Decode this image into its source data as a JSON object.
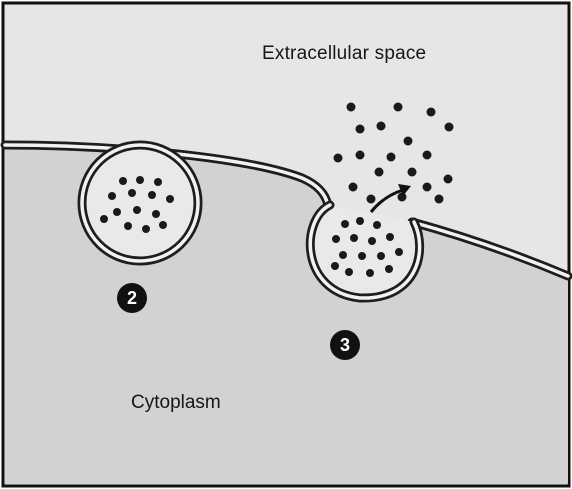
{
  "labels": {
    "extracellular": "Extracellular space",
    "cytoplasm": "Cytoplasm"
  },
  "steps": {
    "step_2": "2",
    "step_3": "3"
  },
  "colors": {
    "extracellular": "#e6e6e6",
    "cytoplasm": "#d2d2d2",
    "membrane": "#1e1e1e",
    "vesicle_lumen": "#e9e9e9",
    "particle": "#1a1a1a"
  }
}
